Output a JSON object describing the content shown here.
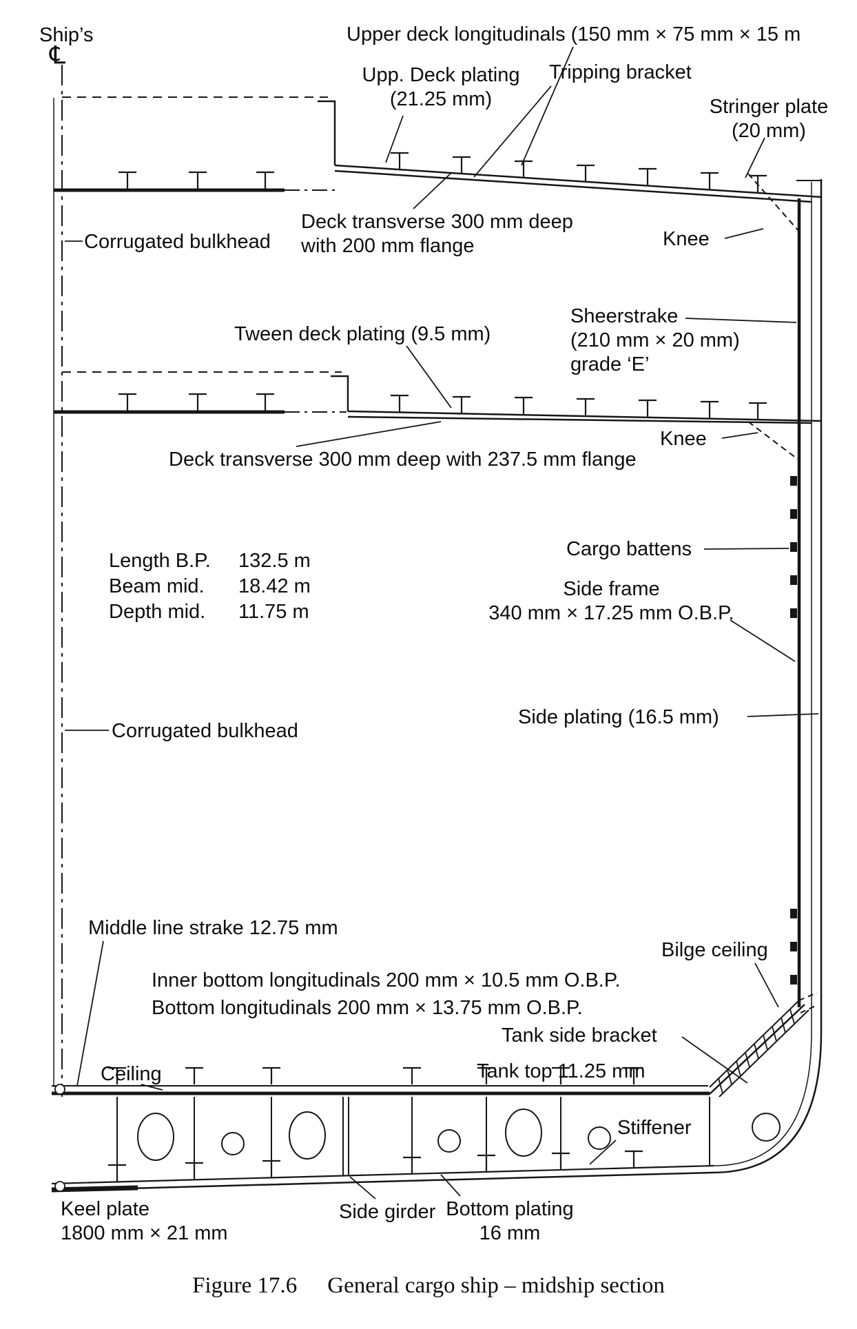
{
  "colors": {
    "ink": "#161616",
    "background": "#ffffff"
  },
  "figure": {
    "caption_prefix": "Figure 17.6",
    "caption_text": "General cargo ship – midship section"
  },
  "labels": {
    "ships": "Ship’s",
    "centerline_symbol": "℄",
    "upper_deck_longitudinals": "Upper deck longitudinals (150 mm × 75 mm × 15 m",
    "upp_deck_plating": "Upp. Deck plating\n(21.25 mm)",
    "tripping_bracket": "Tripping bracket",
    "stringer_plate": "Stringer plate\n(20 mm)",
    "corrugated_bulkhead_upper": "Corrugated bulkhead",
    "deck_transverse_upper": "Deck transverse 300 mm deep\nwith 200 mm flange",
    "knee_upper": "Knee",
    "tween_deck_plating": "Tween deck plating (9.5 mm)",
    "sheerstrake": "Sheerstrake\n(210 mm × 20 mm)\ngrade ‘E’",
    "knee_lower": "Knee",
    "deck_transverse_tween": "Deck transverse 300 mm deep with 237.5 mm flange",
    "cargo_battens": "Cargo battens",
    "side_frame": "Side frame\n340 mm × 17.25 mm  O.B.P.",
    "corrugated_bulkhead_lower": "Corrugated bulkhead",
    "side_plating": "Side plating (16.5 mm)",
    "middle_line_strake": "Middle line strake 12.75 mm",
    "bilge_ceiling": "Bilge ceiling",
    "inner_bottom_longitudinals": "Inner bottom longitudinals 200 mm × 10.5 mm  O.B.P.",
    "bottom_longitudinals": "Bottom longitudinals 200 mm × 13.75 mm  O.B.P.",
    "tank_side_bracket": "Tank side bracket",
    "ceiling": "Ceiling",
    "tank_top": "Tank top 11.25 mm",
    "stiffener": "Stiffener",
    "keel_plate": "Keel plate\n1800 mm × 21 mm",
    "side_girder": "Side girder",
    "bottom_plating": "Bottom plating\n16 mm"
  },
  "dimensions": {
    "rows": [
      {
        "name": "Length B.P.",
        "value": "132.5 m"
      },
      {
        "name": "Beam mid.",
        "value": "18.42 m"
      },
      {
        "name": "Depth mid.",
        "value": "11.75 m"
      }
    ]
  }
}
